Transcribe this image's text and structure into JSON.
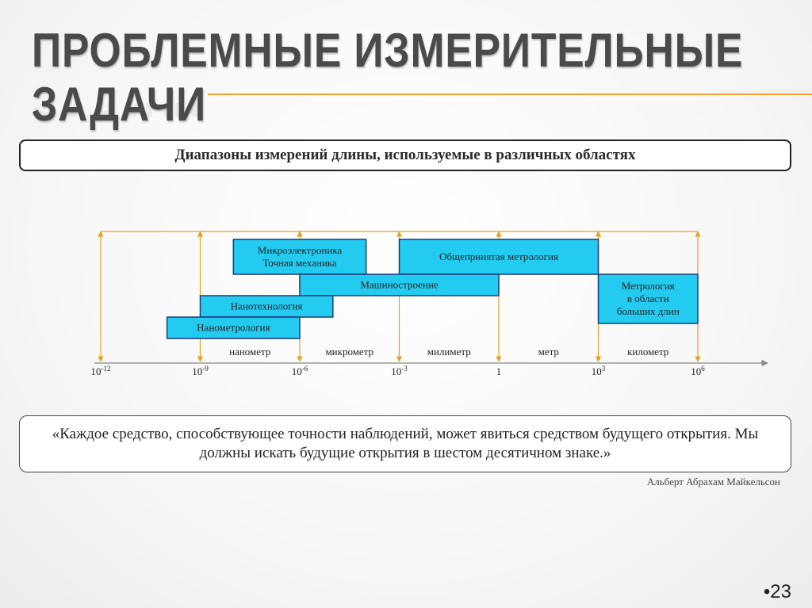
{
  "title": {
    "line1": "ПРОБЛЕМНЫЕ ИЗМЕРИТЕЛЬНЫЕ",
    "line2": "ЗАДАЧИ"
  },
  "subtitle": "Диапазоны измерений длины, используемые в различных областях",
  "diagram": {
    "axis_ticks": [
      {
        "base": "10",
        "exp": "-12"
      },
      {
        "base": "10",
        "exp": "-9"
      },
      {
        "base": "10",
        "exp": "-6"
      },
      {
        "base": "10",
        "exp": "-3"
      },
      {
        "base": "1",
        "exp": ""
      },
      {
        "base": "10",
        "exp": "3"
      },
      {
        "base": "10",
        "exp": "6"
      }
    ],
    "unit_labels": [
      "нанометр",
      "микрометр",
      "милиметр",
      "метр",
      "километр"
    ],
    "bars": [
      {
        "lines": [
          "Микроэлектроника",
          "Точная механика"
        ],
        "from": -8,
        "to": -4
      },
      {
        "lines": [
          "Общепринятая метрология"
        ],
        "from": -3,
        "to": 3
      },
      {
        "lines": [
          "Машиностроение"
        ],
        "from": -6,
        "to": 0
      },
      {
        "lines": [
          "Метрология",
          "в области",
          "больших длин"
        ],
        "from": 3,
        "to": 6
      },
      {
        "lines": [
          "Нанотехнология"
        ],
        "from": -9,
        "to": -5
      },
      {
        "lines": [
          "Нанометрология"
        ],
        "from": -10,
        "to": -6
      }
    ],
    "colors": {
      "bar_fill": "#22cbef",
      "bar_stroke": "#1f3a7a",
      "axis": "#e8a020"
    }
  },
  "quote": "«Каждое средство, способствующее точности наблюдений, может явиться средством будущего открытия. Мы должны искать будущие открытия в шестом десятичном знаке.»",
  "author": "Альберт Абрахам Майкельсон",
  "page_number": "•23"
}
